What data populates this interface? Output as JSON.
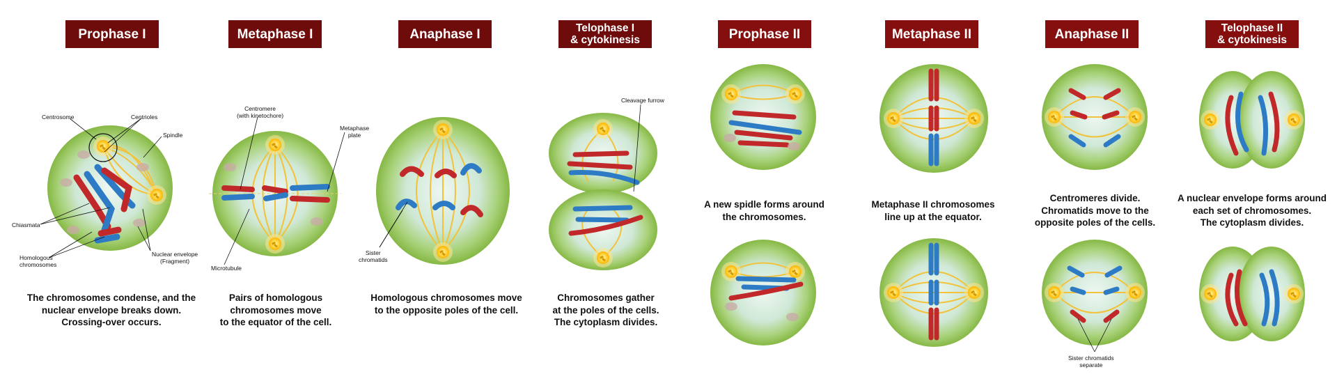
{
  "phases": [
    {
      "title": "Prophase I",
      "description": "The chromosomes condense, and the\nnuclear envelope breaks down.\nCrossing-over occurs."
    },
    {
      "title": "Metaphase I",
      "description": "Pairs of homologous\nchromosomes move\nto the equator of the cell."
    },
    {
      "title": "Anaphase I",
      "description": "Homologous chromosomes move\nto the opposite poles of the cell."
    },
    {
      "title": "Telophase I\n& cytokinesis",
      "description": "Chromosomes gather\nat the poles of the cells.\nThe cytoplasm divides."
    },
    {
      "title": "Prophase II",
      "description": "A new spidle forms around\nthe chromosomes."
    },
    {
      "title": "Metaphase II",
      "description": "Metaphase II  chromosomes\nline up at the equator."
    },
    {
      "title": "Anaphase II",
      "description": "Centromeres divide.\nChromatids move to the\nopposite poles of the cells."
    },
    {
      "title": "Telophase II\n& cytokinesis",
      "description": "A nuclear envelope forms around\neach set of chromosomes.\nThe cytoplasm divides."
    }
  ],
  "labels": {
    "centrosome": "Centrosome",
    "centrioles": "Centrioles",
    "spindle": "Spindle",
    "chiasmata": "Chiasmata",
    "homologous_chromosomes": "Homologous\nchromosomes",
    "nuclear_envelope": "Nuclear envelope\n(Fragment)",
    "centromere": "Centromere\n(with kinetochore)",
    "metaphase_plate": "Metaphase\nplate",
    "microtubule": "Microtubule",
    "sister_chromatids": "Sister\nchromatids",
    "cleavage_furrow": "Cleavage furrow",
    "sister_chromatids_separate": "Sister chromatids\nseparate"
  },
  "colors": {
    "title_bg": "#6e0c0c",
    "cell_outer": "#8fbf4c",
    "cell_inner": "#e4f2ee",
    "chromosome_red": "#c0282a",
    "chromosome_blue": "#2d7bc4",
    "spindle": "#f2c23a",
    "centrosome": "#ffd23a"
  }
}
